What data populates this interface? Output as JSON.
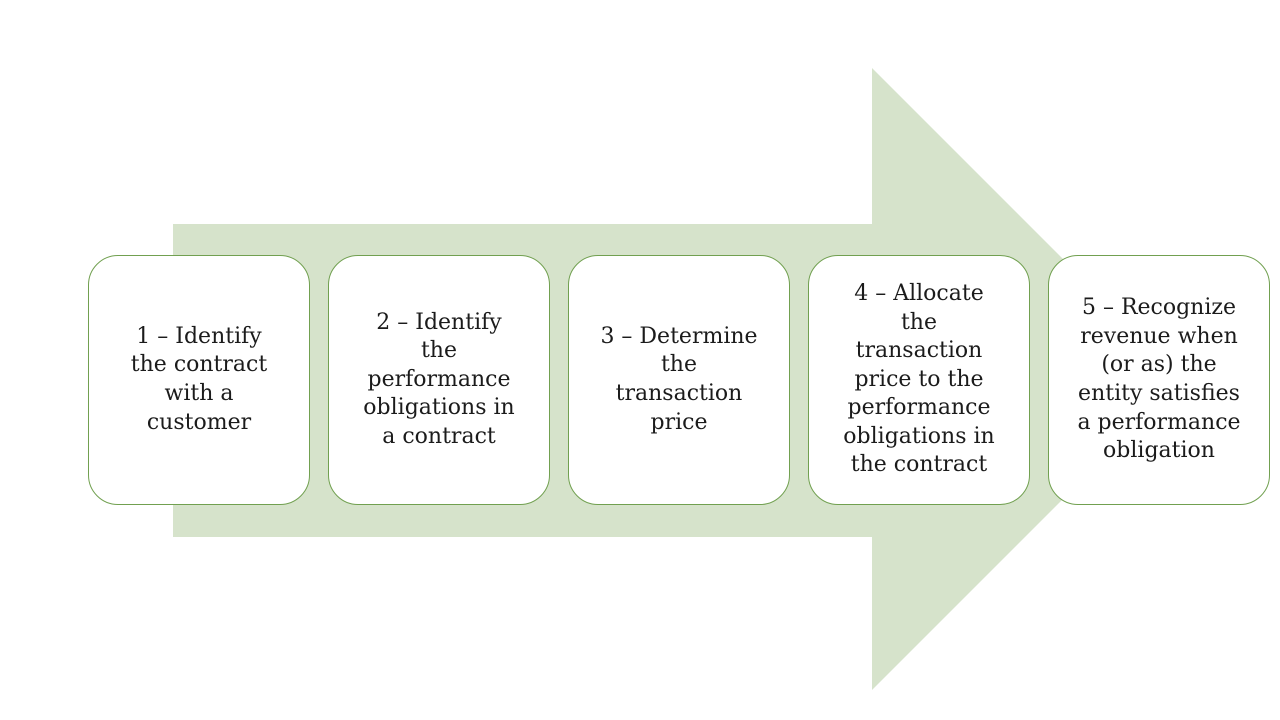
{
  "colors": {
    "arrow_fill": "#D6E3CB",
    "box_border": "#71A050",
    "box_fill": "#FFFFFF",
    "text": "#1B1B1B"
  },
  "process": {
    "steps": [
      {
        "label": "1 – Identify\nthe contract\nwith a\ncustomer"
      },
      {
        "label": "2 – Identify\nthe\nperformance\nobligations in\na contract"
      },
      {
        "label": "3 – Determine\nthe\ntransaction\nprice"
      },
      {
        "label": "4 – Allocate\nthe\ntransaction\nprice to the\nperformance\nobligations in\nthe contract"
      },
      {
        "label": "5 – Recognize\nrevenue when\n(or as) the\nentity satisfies\na performance\nobligation"
      }
    ]
  }
}
